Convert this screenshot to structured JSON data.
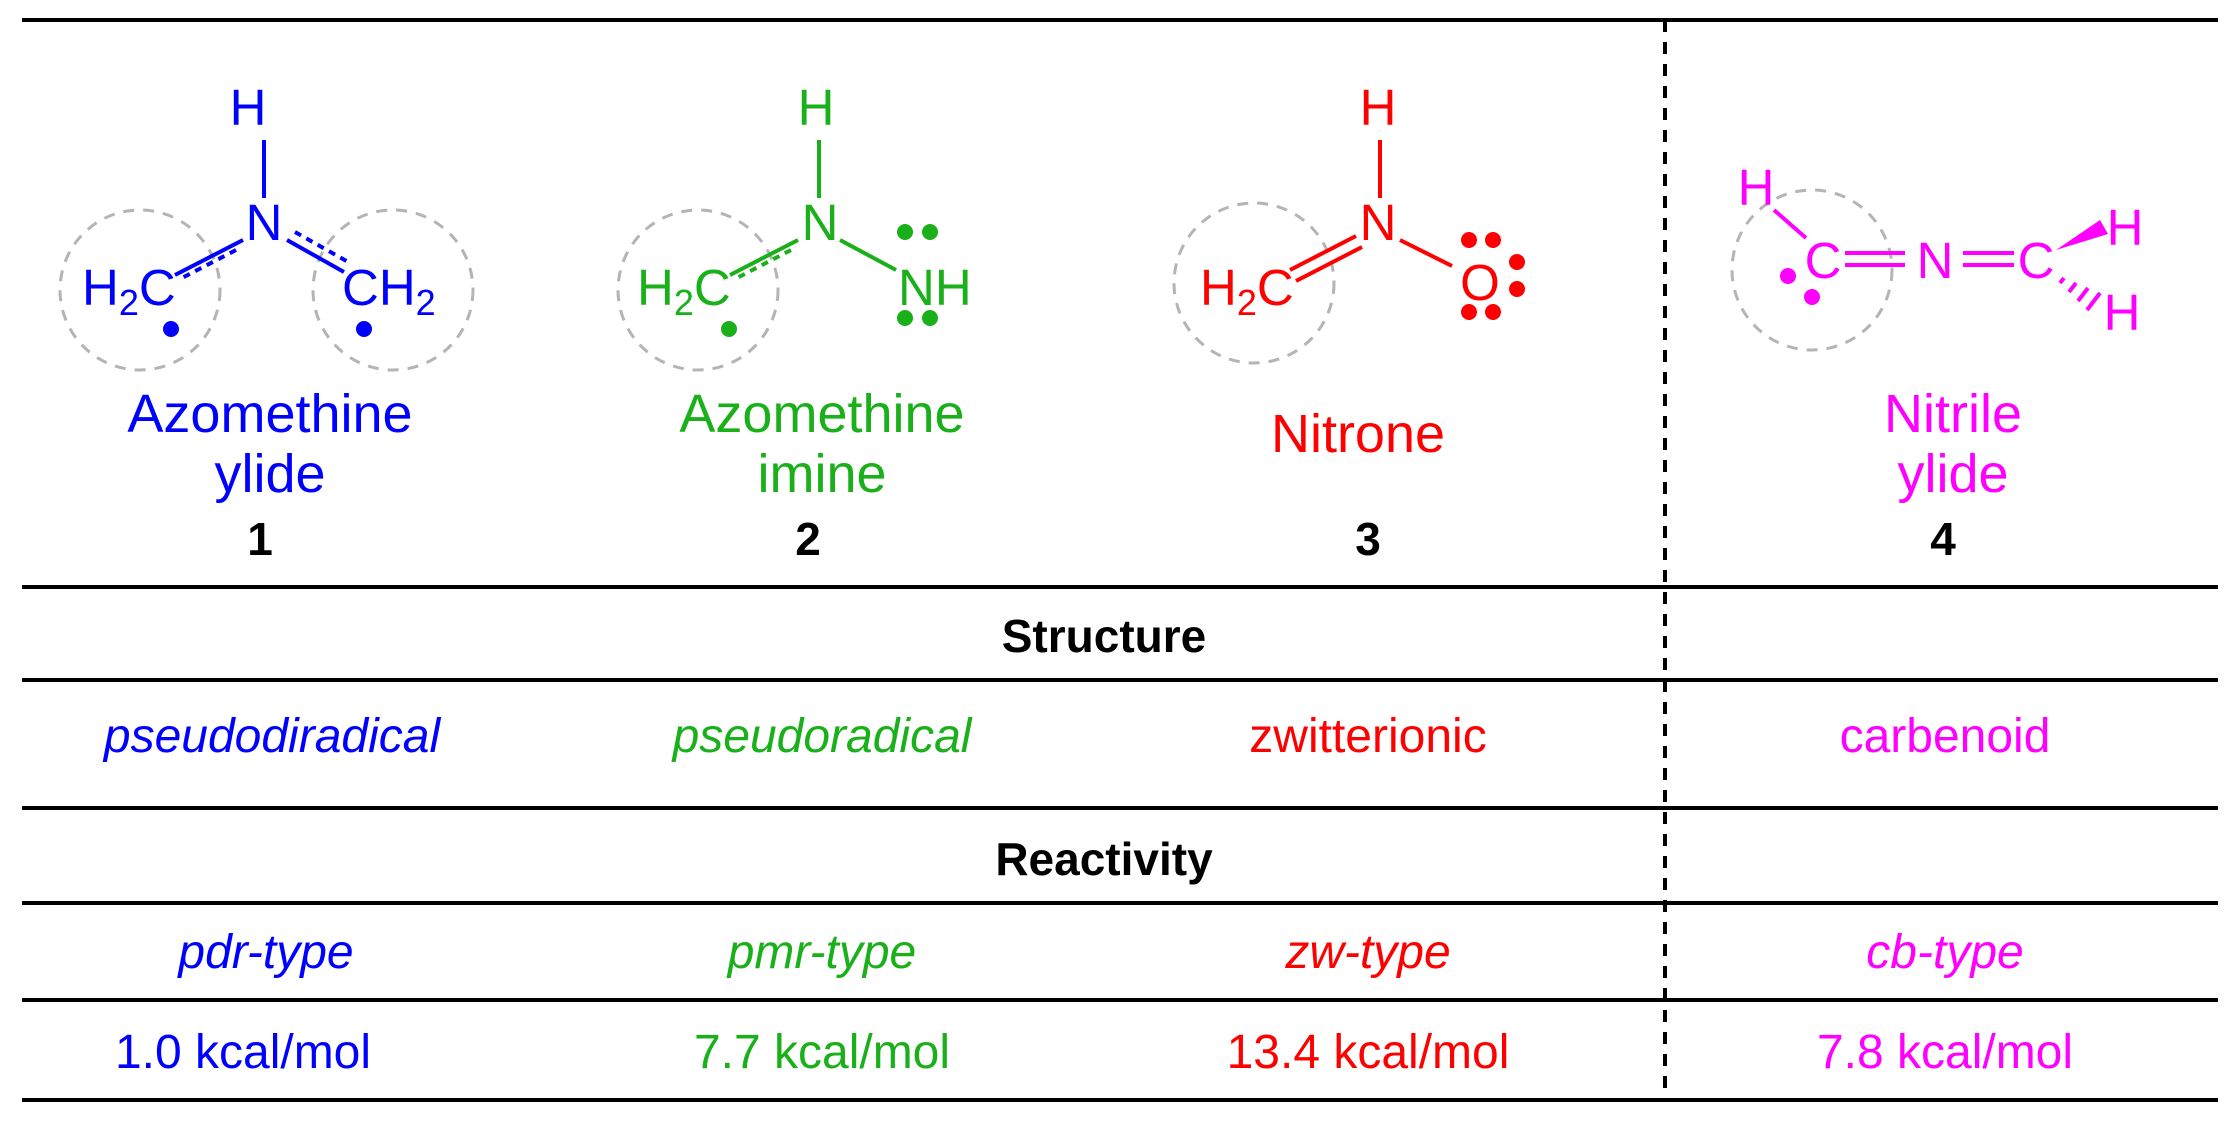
{
  "colors": {
    "azomethine_ylide": "#0000ff",
    "azomethine_imine": "#1ab01a",
    "nitrone": "#ff0000",
    "nitrile_ylide": "#ff00ff",
    "text": "#000000",
    "dashed_circle": "#b4b4b4"
  },
  "compounds": [
    {
      "name_line1": "Azomethine",
      "name_line2": "ylide",
      "number": "1",
      "structure": "pseudodiradical",
      "reactivity": "pdr-type",
      "energy": "1.0 kcal/mol"
    },
    {
      "name_line1": "Azomethine",
      "name_line2": "imine",
      "number": "2",
      "structure": "pseudoradical",
      "reactivity": "pmr-type",
      "energy": "7.7 kcal/mol"
    },
    {
      "name_line1": "Nitrone",
      "name_line2": "",
      "number": "3",
      "structure": "zwitterionic",
      "reactivity": "zw-type",
      "energy": "13.4 kcal/mol"
    },
    {
      "name_line1": "Nitrile",
      "name_line2": "ylide",
      "number": "4",
      "structure": "carbenoid",
      "reactivity": "cb-type",
      "energy": "7.8 kcal/mol"
    }
  ],
  "headers": {
    "structure": "Structure",
    "reactivity": "Reactivity"
  },
  "atoms": {
    "m1": {
      "h": "H",
      "n": "N",
      "left_h": "H",
      "left_h_sub": "2",
      "left_c": "C",
      "right_c": "CH",
      "right_sub": "2"
    },
    "m2": {
      "h": "H",
      "n": "N",
      "left_h": "H",
      "left_h_sub": "2",
      "left_c": "C",
      "nh": "NH"
    },
    "m3": {
      "h": "H",
      "n": "N",
      "left_h": "H",
      "left_h_sub": "2",
      "left_c": "C",
      "o": "O"
    },
    "m4": {
      "h_left": "H",
      "c_left": "C",
      "n": "N",
      "c_right": "C",
      "h_top": "H",
      "h_bottom": "H"
    }
  }
}
